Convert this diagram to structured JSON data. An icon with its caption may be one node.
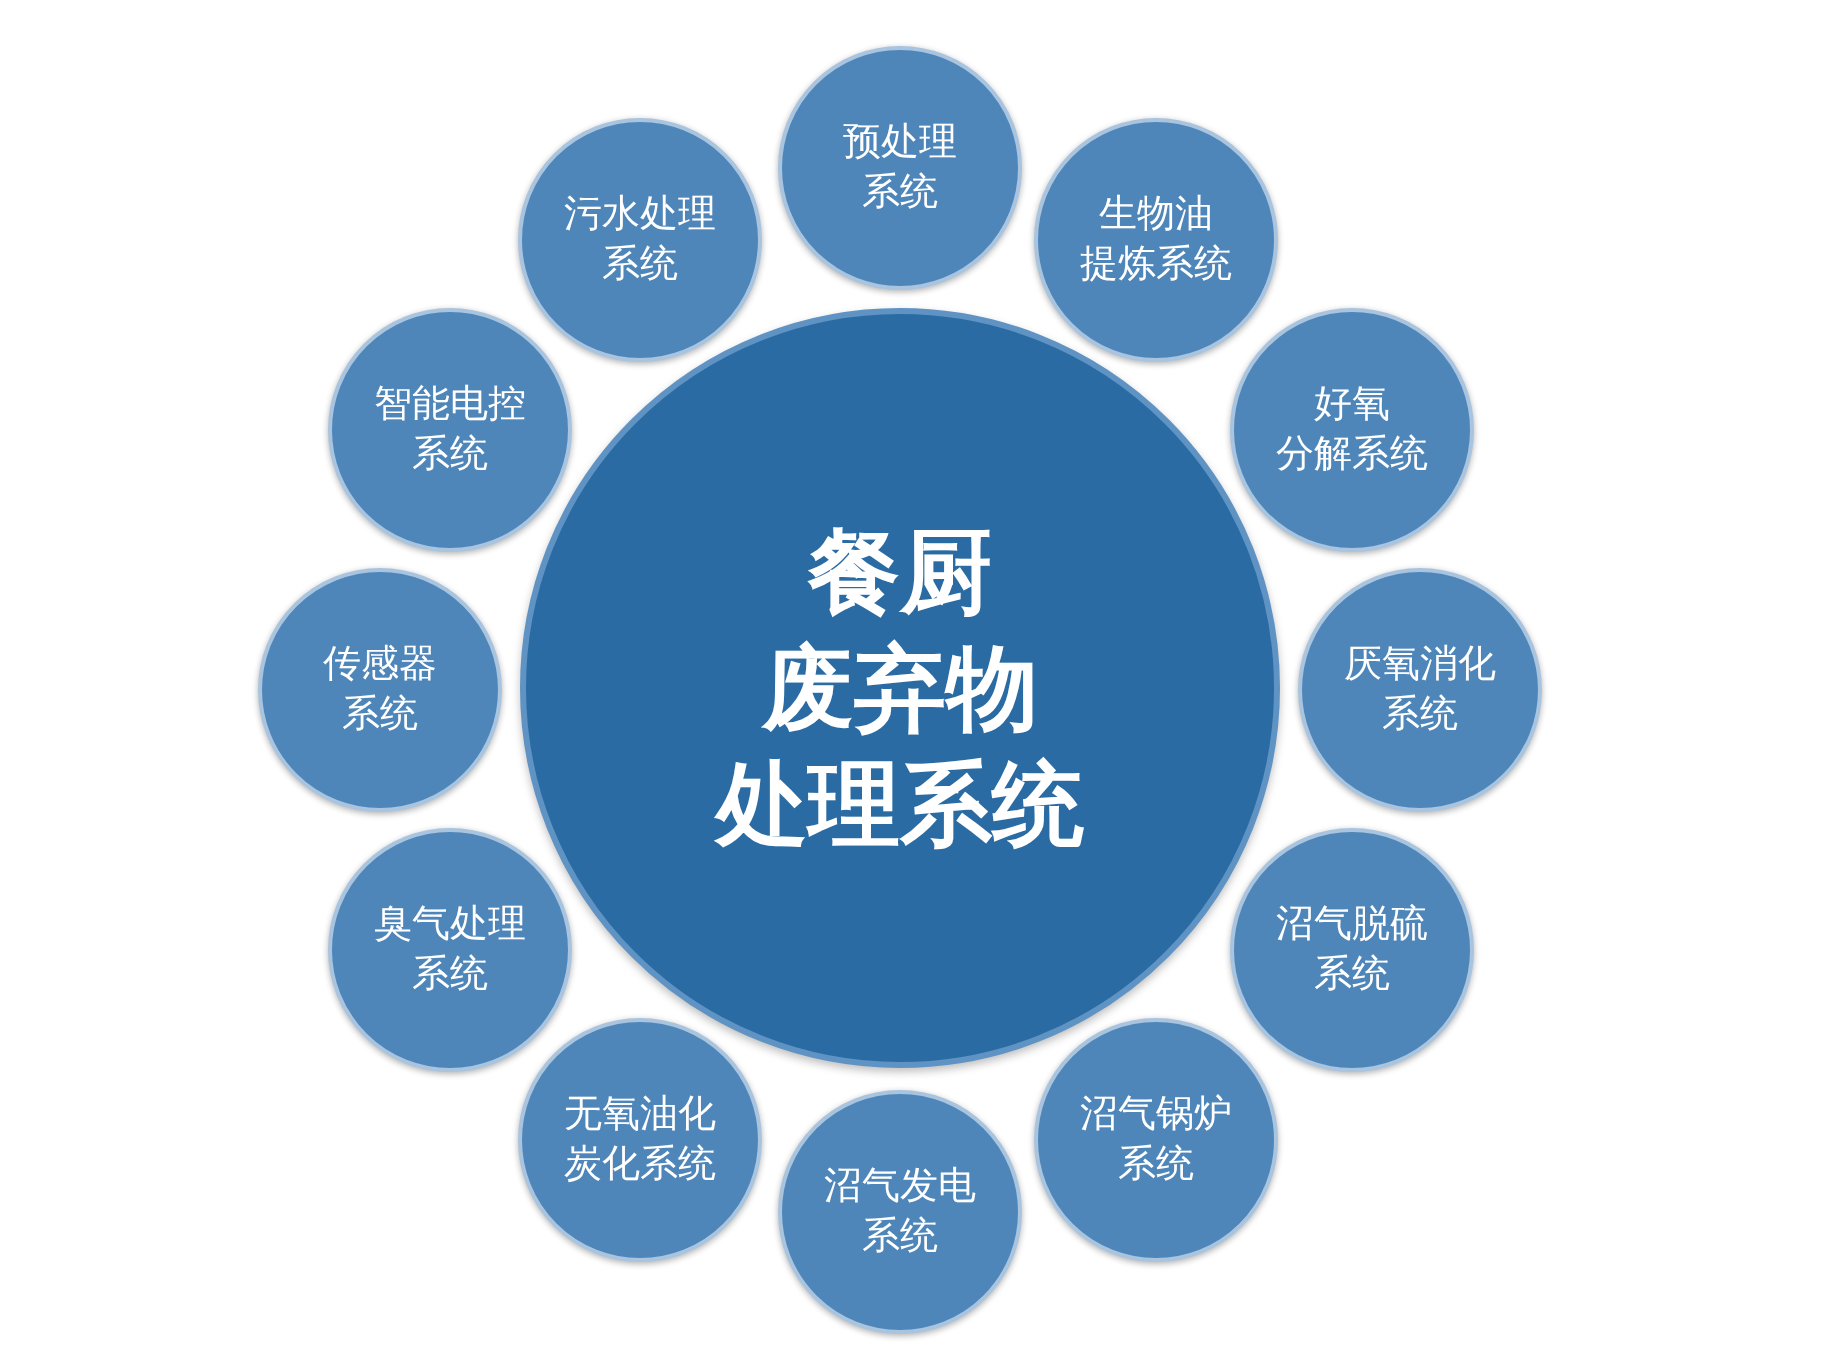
{
  "diagram": {
    "nodes": [
      {
        "text": [
          "餐厨废弃物处理系统"
        ]
      },
      {
        "text": [
          "预处理系统"
        ]
      },
      {
        "text": [
          "生物油提炼系统"
        ]
      },
      {
        "text": [
          "好氧分解系统"
        ]
      },
      {
        "text": [
          "厌氧消化系统"
        ]
      },
      {
        "text": [
          "沼气脱硫系统"
        ]
      },
      {
        "text": [
          "沼气锅炉系统"
        ]
      },
      {
        "text": [
          "沼气发电系统"
        ]
      },
      {
        "text": [
          "无氧油化炭化系统"
        ]
      },
      {
        "text": [
          "臭气处理系统"
        ]
      },
      {
        "text": [
          "传感器系统"
        ]
      },
      {
        "text": [
          "智能电控系统"
        ]
      },
      {
        "text": [
          "污水处理系统"
        ]
      }
    ],
    "edges": []
  }
}
